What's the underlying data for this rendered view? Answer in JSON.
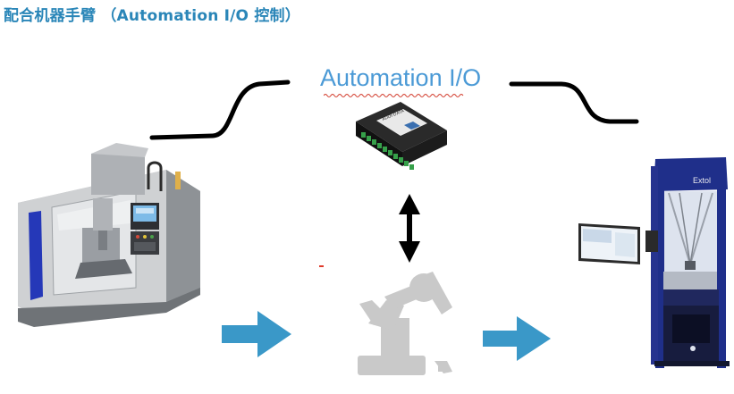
{
  "page": {
    "title": "配合机器手臂 （Automation I/O 控制）"
  },
  "diagram": {
    "center_label": "Automation I/O",
    "io_module_brand": "ADDI-DATA",
    "measurement_machine_brand": "Extol"
  },
  "colors": {
    "title": "#2a86b8",
    "label": "#4b9ad6",
    "flow_arrow": "#3a98c8",
    "cable": "#000000",
    "robot": "#c8c8c8",
    "machine_blue": "#1f2f8a"
  }
}
